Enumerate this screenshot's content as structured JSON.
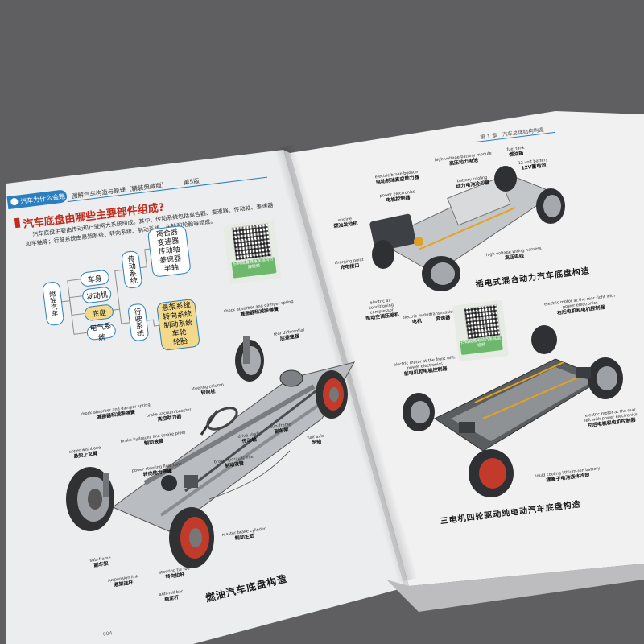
{
  "colors": {
    "background": "#5f5f61",
    "page_left": "#ecedee",
    "page_right": "#f1f1f2",
    "accent_blue": "#2a7fc0",
    "title_red": "#c22a1c",
    "highlight_yellow": "#f3d98a",
    "qr_green": "#6db86d"
  },
  "left_page": {
    "header": {
      "tag": "汽车为什么会跑",
      "book_title": "图解汽车构造与原理（精装典藏版）",
      "edition": "第5版"
    },
    "question_title": "汽车底盘由哪些主要部件组成?",
    "intro_text": [
      "汽车底盘主要由传动和行驶两大系统组成。其中，传动系统包括离合器、变速器、传动轴、差速器",
      "和半轴等；行驶系统由悬架系统、转向系统、制动系统、车轮和轮胎等组成。"
    ],
    "diagram": {
      "root": "燃油汽车",
      "branches": [
        "车身",
        "发动机",
        "底盘",
        "电气系统"
      ],
      "transmission_label": "传动系统",
      "transmission_items": [
        "离合器",
        "变速器",
        "传动轴",
        "差速器",
        "半轴"
      ],
      "running_label": "行驶系统",
      "running_items": [
        "悬架系统",
        "转向系统",
        "制动系统",
        "车轮",
        "轮胎"
      ]
    },
    "qr_label": "扫码观看燃油车结构分解视频",
    "callouts": {
      "shock_absorber_top": {
        "en": "shock absorber and damper spring",
        "cn": "减振器和减振弹簧"
      },
      "rear_differential": {
        "en": "rear differential",
        "cn": "后差速器"
      },
      "steering_column": {
        "en": "steering column",
        "cn": "转向柱"
      },
      "shock_absorber_left": {
        "en": "shock absorber and damper spring",
        "cn": "减振器和减振弹簧"
      },
      "brake_vacuum_booster": {
        "en": "brake vacuum booster",
        "cn": "真空助力器"
      },
      "drive_shaft": {
        "en": "drive shaft",
        "cn": "传动轴"
      },
      "sub_frame_right": {
        "en": "sub–frame",
        "cn": "副车架"
      },
      "half_axle": {
        "en": "half axle",
        "cn": "半轴"
      },
      "upper_wishbone": {
        "en": "upper wishbone",
        "cn": "悬架上叉臂"
      },
      "brake_hydraulic_line_1": {
        "en": "brake hydraulic line (brake pipe)",
        "cn": "制动液管"
      },
      "power_steering_tank": {
        "en": "power steering fluid tank",
        "cn": "转向助力液罐"
      },
      "brake_hydraulic_line_2": {
        "en": "brake hydraulic line",
        "cn": "制动液管"
      },
      "master_brake_cylinder": {
        "en": "master brake cylinder",
        "cn": "制动主缸"
      },
      "sub_frame_left": {
        "en": "sub–frame",
        "cn": "副车架"
      },
      "suspension_link": {
        "en": "suspension link",
        "cn": "悬架连杆"
      },
      "steering_tie_rod": {
        "en": "steering tie rod",
        "cn": "转向拉杆"
      },
      "anti_roll_bar": {
        "en": "anti–roll bar",
        "cn": "稳定杆"
      }
    },
    "caption": "燃油汽车底盘构造",
    "page_number": "004"
  },
  "right_page": {
    "header": "第 1 章　汽车总体结构构造",
    "callouts": {
      "high_voltage_battery_module": {
        "en": "high voltage battery module",
        "cn": "高压动力电池"
      },
      "fuel_tank": {
        "en": "fuel tank",
        "cn": "燃油箱"
      },
      "battery_12v": {
        "en": "12 volt battery",
        "cn": "12V蓄电池"
      },
      "electric_brake_booster": {
        "en": "electric brake booster",
        "cn": "电动制动真空助力器"
      },
      "power_electronics": {
        "en": "power electronics",
        "cn": "电机控制器"
      },
      "battery_cooling": {
        "en": "battery cooling",
        "cn": "动力电池冷却管"
      },
      "engine": {
        "en": "engine",
        "cn": "燃油发动机"
      },
      "charging_point": {
        "en": "charging point",
        "cn": "充电接口"
      },
      "high_voltage_wiring_harness": {
        "en": "high voltage wiring harness",
        "cn": "高压电线"
      },
      "electric_ac_compressor": {
        "en": "electric air conditioning compressor",
        "cn": "电动空调压缩机"
      },
      "electric_motor": {
        "en": "electric motor",
        "cn": "电机"
      },
      "transmission": {
        "en": "transmission",
        "cn": "变速器"
      },
      "motor_rear_right": {
        "en": "electric motor at the rear right with power electronics",
        "cn": "右后电机和电机控制器"
      },
      "motor_front": {
        "en": "electric motor at the front with power electronics",
        "cn": "前电机和电机控制器"
      },
      "motor_rear_left": {
        "en": "electric motor at the rear left with power electronics",
        "cn": "左后电机和电机控制器"
      },
      "liquid_cooling_battery": {
        "en": "liquid cooling lithium–ion battery",
        "cn": "锂离子电池液体冷却"
      }
    },
    "caption_hybrid": "插电式混合动力汽车底盘构造",
    "qr_label": "扫码观看电动汽车底盘视频",
    "caption_ev": "三电机四轮驱动纯电动汽车底盘构造"
  }
}
